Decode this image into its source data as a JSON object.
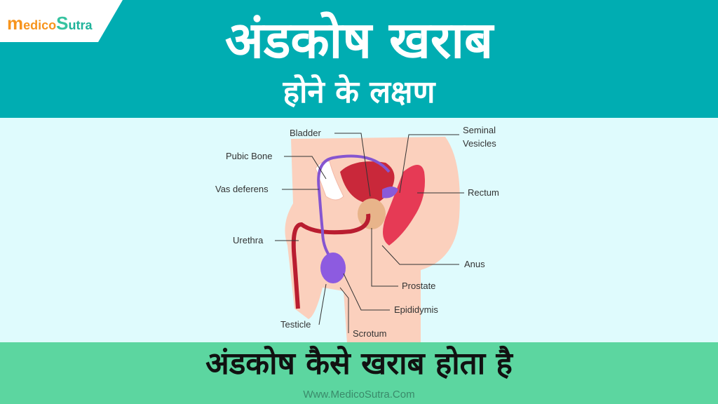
{
  "logo": {
    "m": "m",
    "edico": "edico",
    "s": "S",
    "utra": "utra",
    "text": "MedicoSutra"
  },
  "header": {
    "title": "अंडकोष खराब",
    "subtitle": "होने के लक्षण"
  },
  "diagram": {
    "labels": {
      "bladder": "Bladder",
      "seminal_vesicles_1": "Seminal",
      "seminal_vesicles_2": "Vesicles",
      "pubic_bone": "Pubic Bone",
      "vas_deferens": "Vas deferens",
      "rectum": "Rectum",
      "urethra": "Urethra",
      "anus": "Anus",
      "prostate": "Prostate",
      "epididymis": "Epididymis",
      "testicle": "Testicle",
      "scrotum": "Scrotum"
    }
  },
  "footer": {
    "title": "अंडकोष कैसे खराब होता है",
    "url": "Www.MedicoSutra.Com"
  },
  "colors": {
    "teal": "#00adb2",
    "light": "#dffbfd",
    "green": "#5cd6a0"
  }
}
